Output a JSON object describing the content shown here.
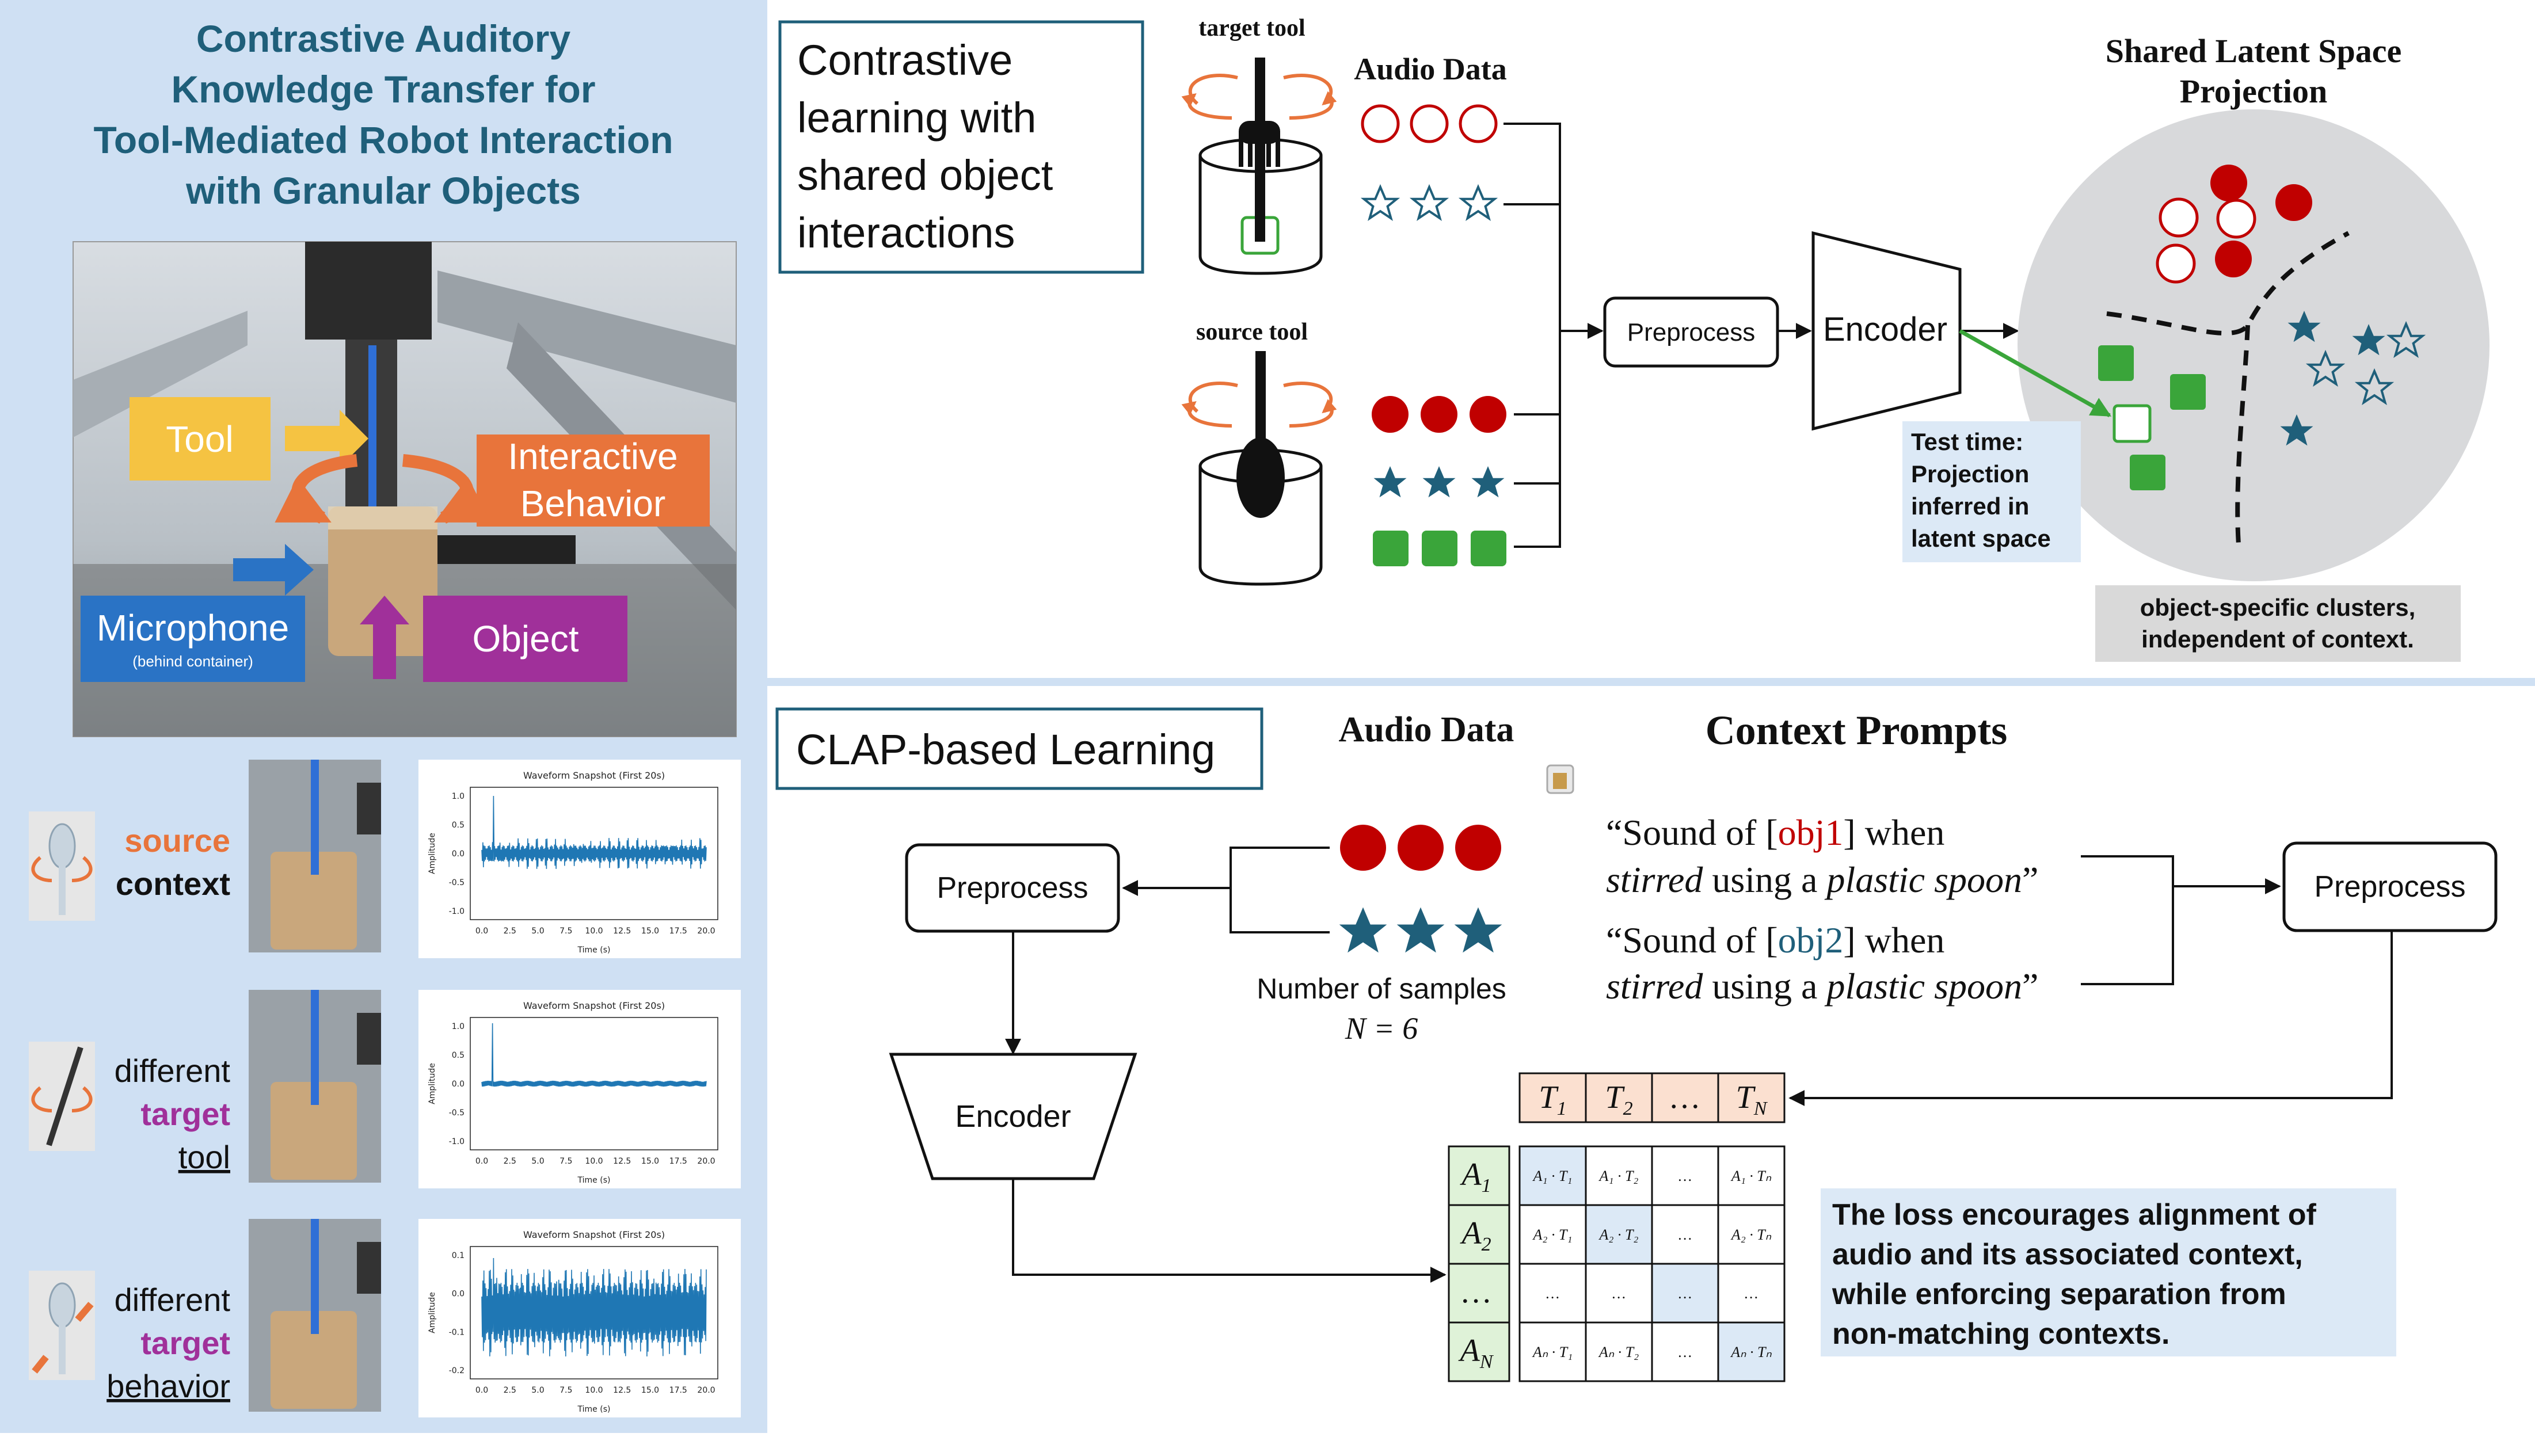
{
  "left_panel": {
    "title_lines": [
      "Contrastive Auditory",
      "Knowledge Transfer for",
      "Tool-Mediated Robot Interaction",
      "with Granular Objects"
    ],
    "photo_labels": {
      "tool": "Tool",
      "behavior_line1": "Interactive",
      "behavior_line2": "Behavior",
      "microphone": "Microphone",
      "microphone_note": "(behind container)",
      "object": "Object"
    },
    "contexts": [
      {
        "line1": "source",
        "line2": "context",
        "line3": ""
      },
      {
        "line1": "different",
        "line2": "target",
        "line3": "tool"
      },
      {
        "line1": "different",
        "line2": "target",
        "line3": "behavior"
      }
    ],
    "waveforms": [
      {
        "title": "Waveform Snapshot (First 20s)",
        "ylabel": "Amplitude",
        "xlabel": "Time (s)",
        "xticks": [
          "0.0",
          "2.5",
          "5.0",
          "7.5",
          "10.0",
          "12.5",
          "15.0",
          "17.5",
          "20.0"
        ],
        "yticks": [
          "1.0",
          "0.5",
          "0.0",
          "-0.5",
          "-1.0"
        ]
      },
      {
        "title": "Waveform Snapshot (First 20s)",
        "ylabel": "Amplitude",
        "xlabel": "Time (s)",
        "xticks": [
          "0.0",
          "2.5",
          "5.0",
          "7.5",
          "10.0",
          "12.5",
          "15.0",
          "17.5",
          "20.0"
        ],
        "yticks": [
          "1.0",
          "0.5",
          "0.0",
          "-0.5",
          "-1.0"
        ]
      },
      {
        "title": "Waveform Snapshot (First 20s)",
        "ylabel": "Amplitude",
        "xlabel": "Time (s)",
        "xticks": [
          "0.0",
          "2.5",
          "5.0",
          "7.5",
          "10.0",
          "12.5",
          "15.0",
          "17.5",
          "20.0"
        ],
        "yticks": [
          "0.1",
          "0.0",
          "-0.1",
          "-0.2"
        ]
      }
    ]
  },
  "top_panel": {
    "heading_lines": [
      "Contrastive",
      "learning with",
      "shared object",
      "interactions"
    ],
    "target_tool": "target tool",
    "source_tool": "source tool",
    "audio_data": "Audio Data",
    "preprocess": "Preprocess",
    "encoder": "Encoder",
    "latent_title_line1": "Shared Latent Space",
    "latent_title_line2": "Projection",
    "test_time_lines": [
      "Test time:",
      "Projection",
      "inferred in",
      "latent space"
    ],
    "clusters_note_line1": "object-specific clusters,",
    "clusters_note_line2": "independent of context."
  },
  "bottom_panel": {
    "heading": "CLAP-based Learning",
    "audio_data": "Audio Data",
    "context_prompts": "Context Prompts",
    "preprocess_left": "Preprocess",
    "preprocess_right": "Preprocess",
    "encoder": "Encoder",
    "samples_label": "Number of samples",
    "samples_value": "N = 6",
    "prompt1": {
      "a": "“Sound of [",
      "obj": "obj1",
      "b": "] when",
      "c": "stirred",
      "d": " using a ",
      "e": "plastic spoon",
      "f": "”"
    },
    "prompt2": {
      "a": "“Sound of [",
      "obj": "obj2",
      "b": "] when",
      "c": "stirred",
      "d": " using a ",
      "e": "plastic spoon",
      "f": "”"
    },
    "t_headers": [
      "T",
      "T",
      "…",
      "T"
    ],
    "t_subs": [
      "1",
      "2",
      "",
      "N"
    ],
    "a_headers": [
      "A",
      "A",
      "…",
      "A"
    ],
    "a_subs": [
      "1",
      "2",
      "",
      "N"
    ],
    "matrix": [
      [
        "A₁ · T₁",
        "A₁ · T₂",
        "…",
        "A₁ · Tₙ"
      ],
      [
        "A₂ · T₁",
        "A₂ · T₂",
        "…",
        "A₂ · Tₙ"
      ],
      [
        "…",
        "…",
        "…",
        "…"
      ],
      [
        "Aₙ · T₁",
        "Aₙ · T₂",
        "…",
        "Aₙ · Tₙ"
      ]
    ],
    "loss_lines": [
      "The loss encourages alignment of",
      "audio and its associated context,",
      "while enforcing separation from",
      "non-matching contexts."
    ]
  },
  "colors": {
    "panel_bg": "#cfe0f3",
    "title_blue": "#1f5f7a",
    "red": "#c00000",
    "teal": "#1f5f7a",
    "green": "#3aa53a",
    "orange": "#e8743b",
    "purple": "#a0309a",
    "light_blue_box": "#dce9f6",
    "gray_box": "#d9d9d9"
  }
}
